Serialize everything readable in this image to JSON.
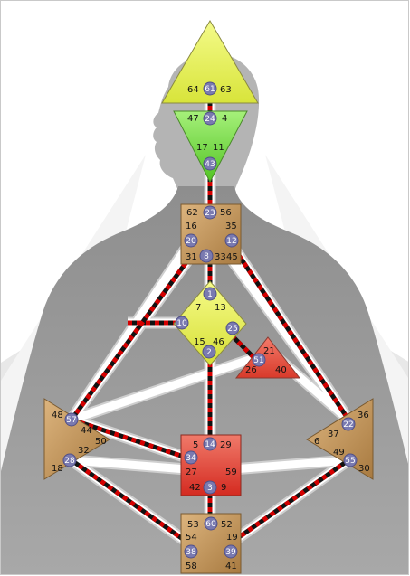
{
  "colors": {
    "background": "#ffffff",
    "body_silhouette": "#9c9c9c",
    "light_panel": "#e6e6e6",
    "channel_fill": "#ffffff",
    "channel_active_red": "#cc0000",
    "channel_active_black": "#111111",
    "gate_circle": "#7a7ab0",
    "head_center": "#e8f25a",
    "ajna_center": "#6fdc3a",
    "throat_center": "#c79b60",
    "g_center": "#e8f25a",
    "heart_center": "#e06a6a",
    "sacral_center": "#e34242",
    "spleen_center": "#c79b60",
    "solar_plexus_center": "#c79b60",
    "root_center": "#c79b60"
  },
  "centers": {
    "head": {
      "gates": [
        "64",
        "61",
        "63"
      ],
      "active": [
        "61"
      ]
    },
    "ajna": {
      "gates": [
        "47",
        "24",
        "4",
        "17",
        "11",
        "43"
      ],
      "active": [
        "24",
        "43"
      ]
    },
    "throat": {
      "gates": [
        "62",
        "23",
        "56",
        "16",
        "35",
        "20",
        "12",
        "31",
        "8",
        "33",
        "45"
      ],
      "active": [
        "23",
        "20",
        "12",
        "8"
      ]
    },
    "g": {
      "gates": [
        "1",
        "7",
        "13",
        "10",
        "25",
        "15",
        "46",
        "2"
      ],
      "active": [
        "1",
        "10",
        "25",
        "2"
      ]
    },
    "heart": {
      "gates": [
        "21",
        "51",
        "26",
        "40"
      ],
      "active": [
        "51"
      ]
    },
    "spleen": {
      "gates": [
        "48",
        "57",
        "44",
        "50",
        "32",
        "28",
        "18"
      ],
      "active": [
        "57",
        "28"
      ]
    },
    "sacral": {
      "gates": [
        "5",
        "14",
        "29",
        "34",
        "27",
        "59",
        "42",
        "3",
        "9"
      ],
      "active": [
        "14",
        "34",
        "3"
      ]
    },
    "solar_plexus": {
      "gates": [
        "36",
        "22",
        "6",
        "37",
        "49",
        "55",
        "30"
      ],
      "active": [
        "22",
        "55"
      ]
    },
    "root": {
      "gates": [
        "53",
        "60",
        "52",
        "54",
        "19",
        "38",
        "39",
        "58",
        "41"
      ],
      "active": [
        "60",
        "38",
        "39"
      ]
    }
  }
}
